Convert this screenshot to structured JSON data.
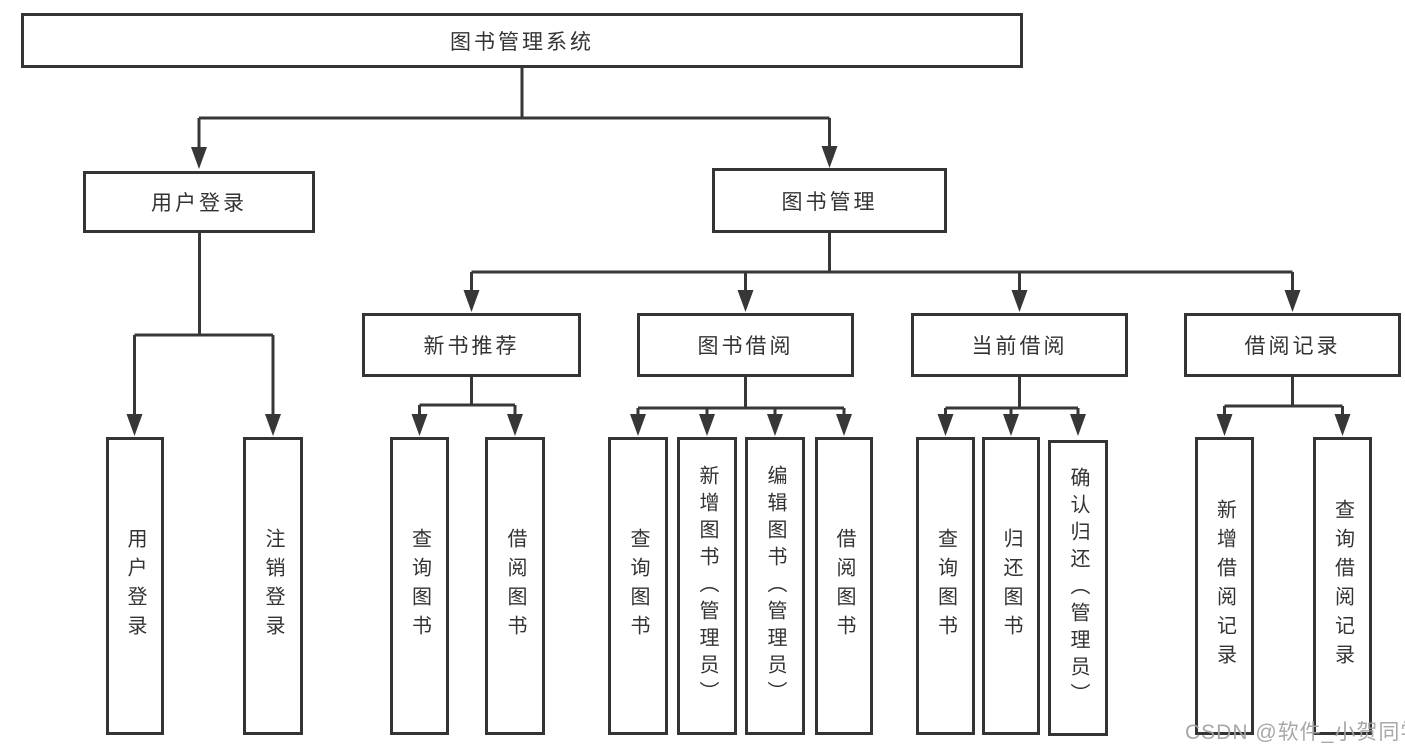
{
  "diagram_title": "图书管理系统",
  "colors": {
    "line": "#373737",
    "box_border": "#343434",
    "text": "#333333",
    "background": "#ffffff",
    "watermark": "#a3a3a3"
  },
  "watermark": {
    "text": "CSDN @软件_小贺同学"
  },
  "tree": {
    "root": {
      "label": "图书管理系统"
    },
    "branches": [
      {
        "label": "用户登录",
        "children": [
          {
            "label": "用户登录"
          },
          {
            "label": "注销登录"
          }
        ]
      },
      {
        "label": "图书管理",
        "children": [
          {
            "label": "新书推荐",
            "children": [
              {
                "label": "查询图书"
              },
              {
                "label": "借阅图书"
              }
            ]
          },
          {
            "label": "图书借阅",
            "children": [
              {
                "label": "查询图书"
              },
              {
                "label": "新增图书（管理员）"
              },
              {
                "label": "编辑图书（管理员）"
              },
              {
                "label": "借阅图书"
              }
            ]
          },
          {
            "label": "当前借阅",
            "children": [
              {
                "label": "查询图书"
              },
              {
                "label": "归还图书"
              },
              {
                "label": "确认归还（管理员）"
              }
            ]
          },
          {
            "label": "借阅记录",
            "children": [
              {
                "label": "新增借阅记录"
              },
              {
                "label": "查询借阅记录"
              }
            ]
          }
        ]
      }
    ]
  }
}
